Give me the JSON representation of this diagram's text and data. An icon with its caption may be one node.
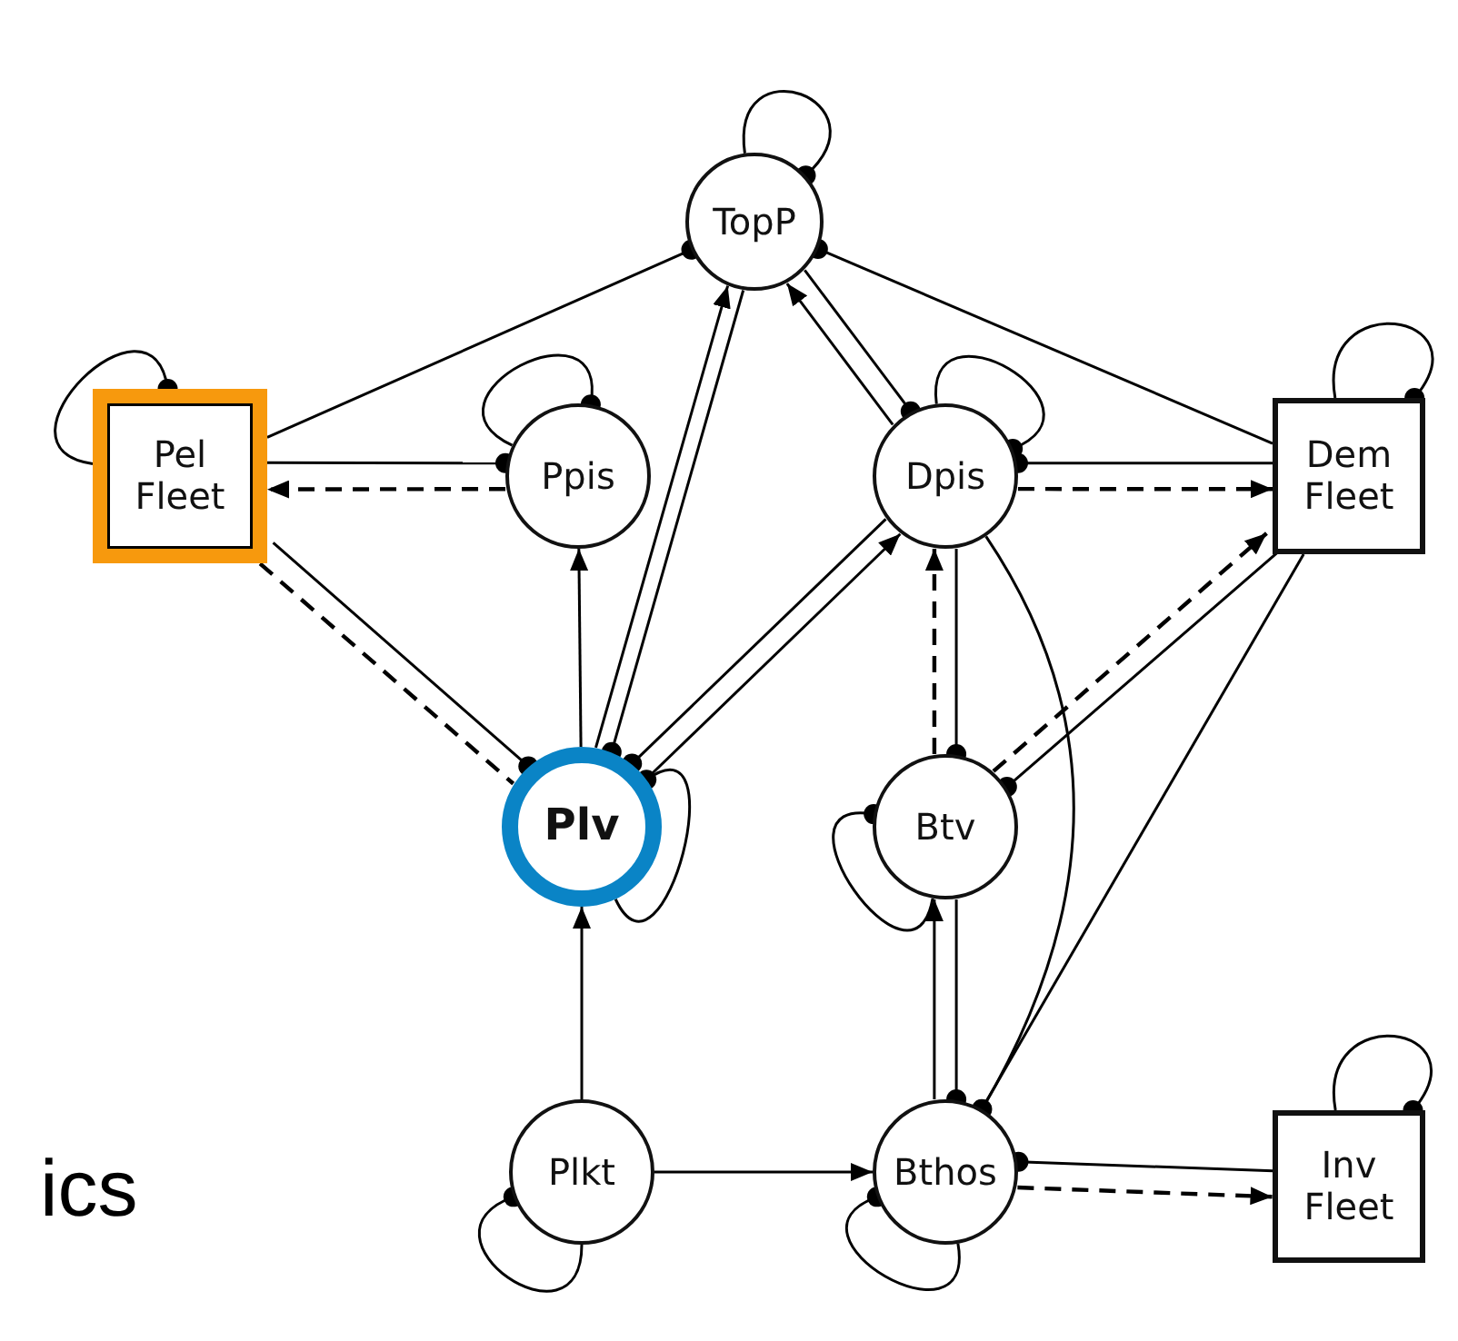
{
  "diagram": {
    "nodes": [
      {
        "text": [
          "TopP"
        ]
      },
      {
        "text": [
          "Pel Fleet"
        ]
      },
      {
        "text": [
          "Ppis"
        ]
      },
      {
        "text": [
          "Dpis"
        ]
      },
      {
        "text": [
          "Dem Fleet"
        ]
      },
      {
        "text": [
          "Plv"
        ]
      },
      {
        "text": [
          "Btv"
        ]
      },
      {
        "text": [
          "Plkt"
        ]
      },
      {
        "text": [
          "Bthos"
        ]
      },
      {
        "text": [
          "Inv Fleet"
        ]
      }
    ],
    "edges": [
      {
        "from": 0,
        "to": 0,
        "arrow": "other"
      },
      {
        "from": 1,
        "to": 1,
        "arrow": "other"
      },
      {
        "from": 2,
        "to": 2,
        "arrow": "other"
      },
      {
        "from": 3,
        "to": 3,
        "arrow": "other"
      },
      {
        "from": 4,
        "to": 4,
        "arrow": "other"
      },
      {
        "from": 5,
        "to": 5,
        "arrow": "other"
      },
      {
        "from": 6,
        "to": 6,
        "arrow": "other"
      },
      {
        "from": 7,
        "to": 7,
        "arrow": "other"
      },
      {
        "from": 8,
        "to": 8,
        "arrow": "other"
      },
      {
        "from": 9,
        "to": 9,
        "arrow": "other"
      },
      {
        "from": 1,
        "to": 0,
        "arrow": "other"
      },
      {
        "from": 1,
        "to": 2,
        "arrow": "other"
      },
      {
        "from": 2,
        "to": 1,
        "arrow": "to",
        "style": "dashed"
      },
      {
        "from": 1,
        "to": 5,
        "arrow": "other"
      },
      {
        "from": 1,
        "to": 5,
        "arrow": "none",
        "style": "dashed"
      },
      {
        "from": 5,
        "to": 2,
        "arrow": "to"
      },
      {
        "from": 5,
        "to": 0,
        "arrow": "to"
      },
      {
        "from": 0,
        "to": 5,
        "arrow": "other"
      },
      {
        "from": 5,
        "to": 3,
        "arrow": "to"
      },
      {
        "from": 3,
        "to": 5,
        "arrow": "other"
      },
      {
        "from": 3,
        "to": 0,
        "arrow": "to"
      },
      {
        "from": 0,
        "to": 3,
        "arrow": "other"
      },
      {
        "from": 4,
        "to": 0,
        "arrow": "other"
      },
      {
        "from": 4,
        "to": 3,
        "arrow": "other"
      },
      {
        "from": 3,
        "to": 4,
        "arrow": "to",
        "style": "dashed"
      },
      {
        "from": 3,
        "to": 6,
        "arrow": "other"
      },
      {
        "from": 6,
        "to": 3,
        "arrow": "to",
        "style": "dashed"
      },
      {
        "from": 3,
        "to": 8,
        "arrow": "other"
      },
      {
        "from": 4,
        "to": 6,
        "arrow": "other"
      },
      {
        "from": 6,
        "to": 4,
        "arrow": "to",
        "style": "dashed"
      },
      {
        "from": 4,
        "to": 8,
        "arrow": "other"
      },
      {
        "from": 6,
        "to": 8,
        "arrow": "other"
      },
      {
        "from": 8,
        "to": 6,
        "arrow": "to"
      },
      {
        "from": 7,
        "to": 5,
        "arrow": "to"
      },
      {
        "from": 7,
        "to": 8,
        "arrow": "to"
      },
      {
        "from": 9,
        "to": 8,
        "arrow": "other"
      },
      {
        "from": 8,
        "to": 9,
        "arrow": "to",
        "style": "dashed"
      }
    ],
    "labels": [
      "ics"
    ]
  }
}
